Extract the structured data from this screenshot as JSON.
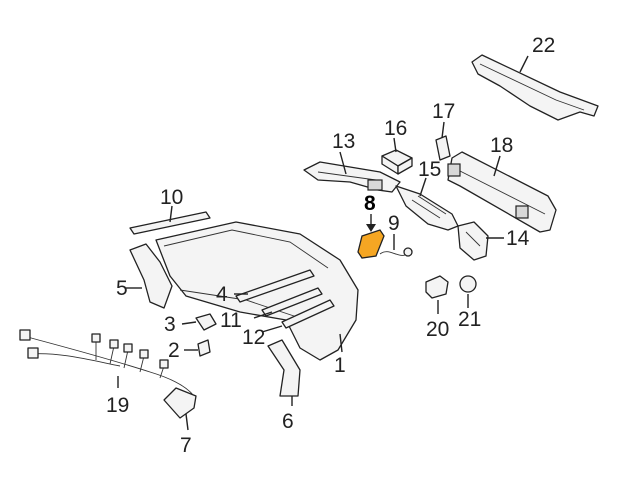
{
  "callouts": [
    {
      "id": "c1",
      "label": "1"
    },
    {
      "id": "c2",
      "label": "2"
    },
    {
      "id": "c3",
      "label": "3"
    },
    {
      "id": "c4",
      "label": "4"
    },
    {
      "id": "c5",
      "label": "5"
    },
    {
      "id": "c6",
      "label": "6"
    },
    {
      "id": "c7",
      "label": "7"
    },
    {
      "id": "c8",
      "label": "8"
    },
    {
      "id": "c9",
      "label": "9"
    },
    {
      "id": "c10",
      "label": "10"
    },
    {
      "id": "c11",
      "label": "11"
    },
    {
      "id": "c12",
      "label": "12"
    },
    {
      "id": "c13",
      "label": "13"
    },
    {
      "id": "c14",
      "label": "14"
    },
    {
      "id": "c15",
      "label": "15"
    },
    {
      "id": "c16",
      "label": "16"
    },
    {
      "id": "c17",
      "label": "17"
    },
    {
      "id": "c18",
      "label": "18"
    },
    {
      "id": "c19",
      "label": "19"
    },
    {
      "id": "c20",
      "label": "20"
    },
    {
      "id": "c21",
      "label": "21"
    },
    {
      "id": "c22",
      "label": "22"
    }
  ],
  "colors": {
    "highlight": "#f5a623",
    "line": "#222222",
    "background": "#ffffff"
  },
  "highlighted_part": "8"
}
